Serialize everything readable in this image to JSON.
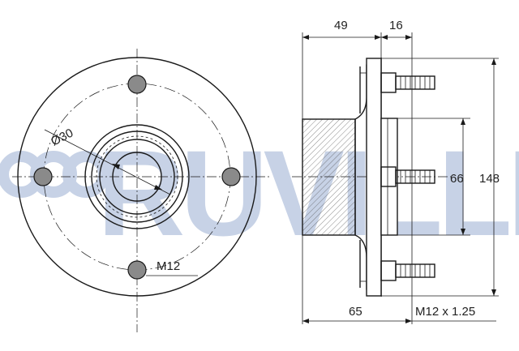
{
  "watermark": {
    "brand_text": "RUVILLE",
    "color": "#c7d2e6"
  },
  "front_view": {
    "bore_label": "Ø30",
    "bolt_label": "M12"
  },
  "side_view": {
    "dim_top_left": "49",
    "dim_top_right": "16",
    "dim_inner_height": "66",
    "dim_outer_height": "148",
    "dim_bottom_width": "65",
    "dim_thread": "M12 x 1.25"
  }
}
